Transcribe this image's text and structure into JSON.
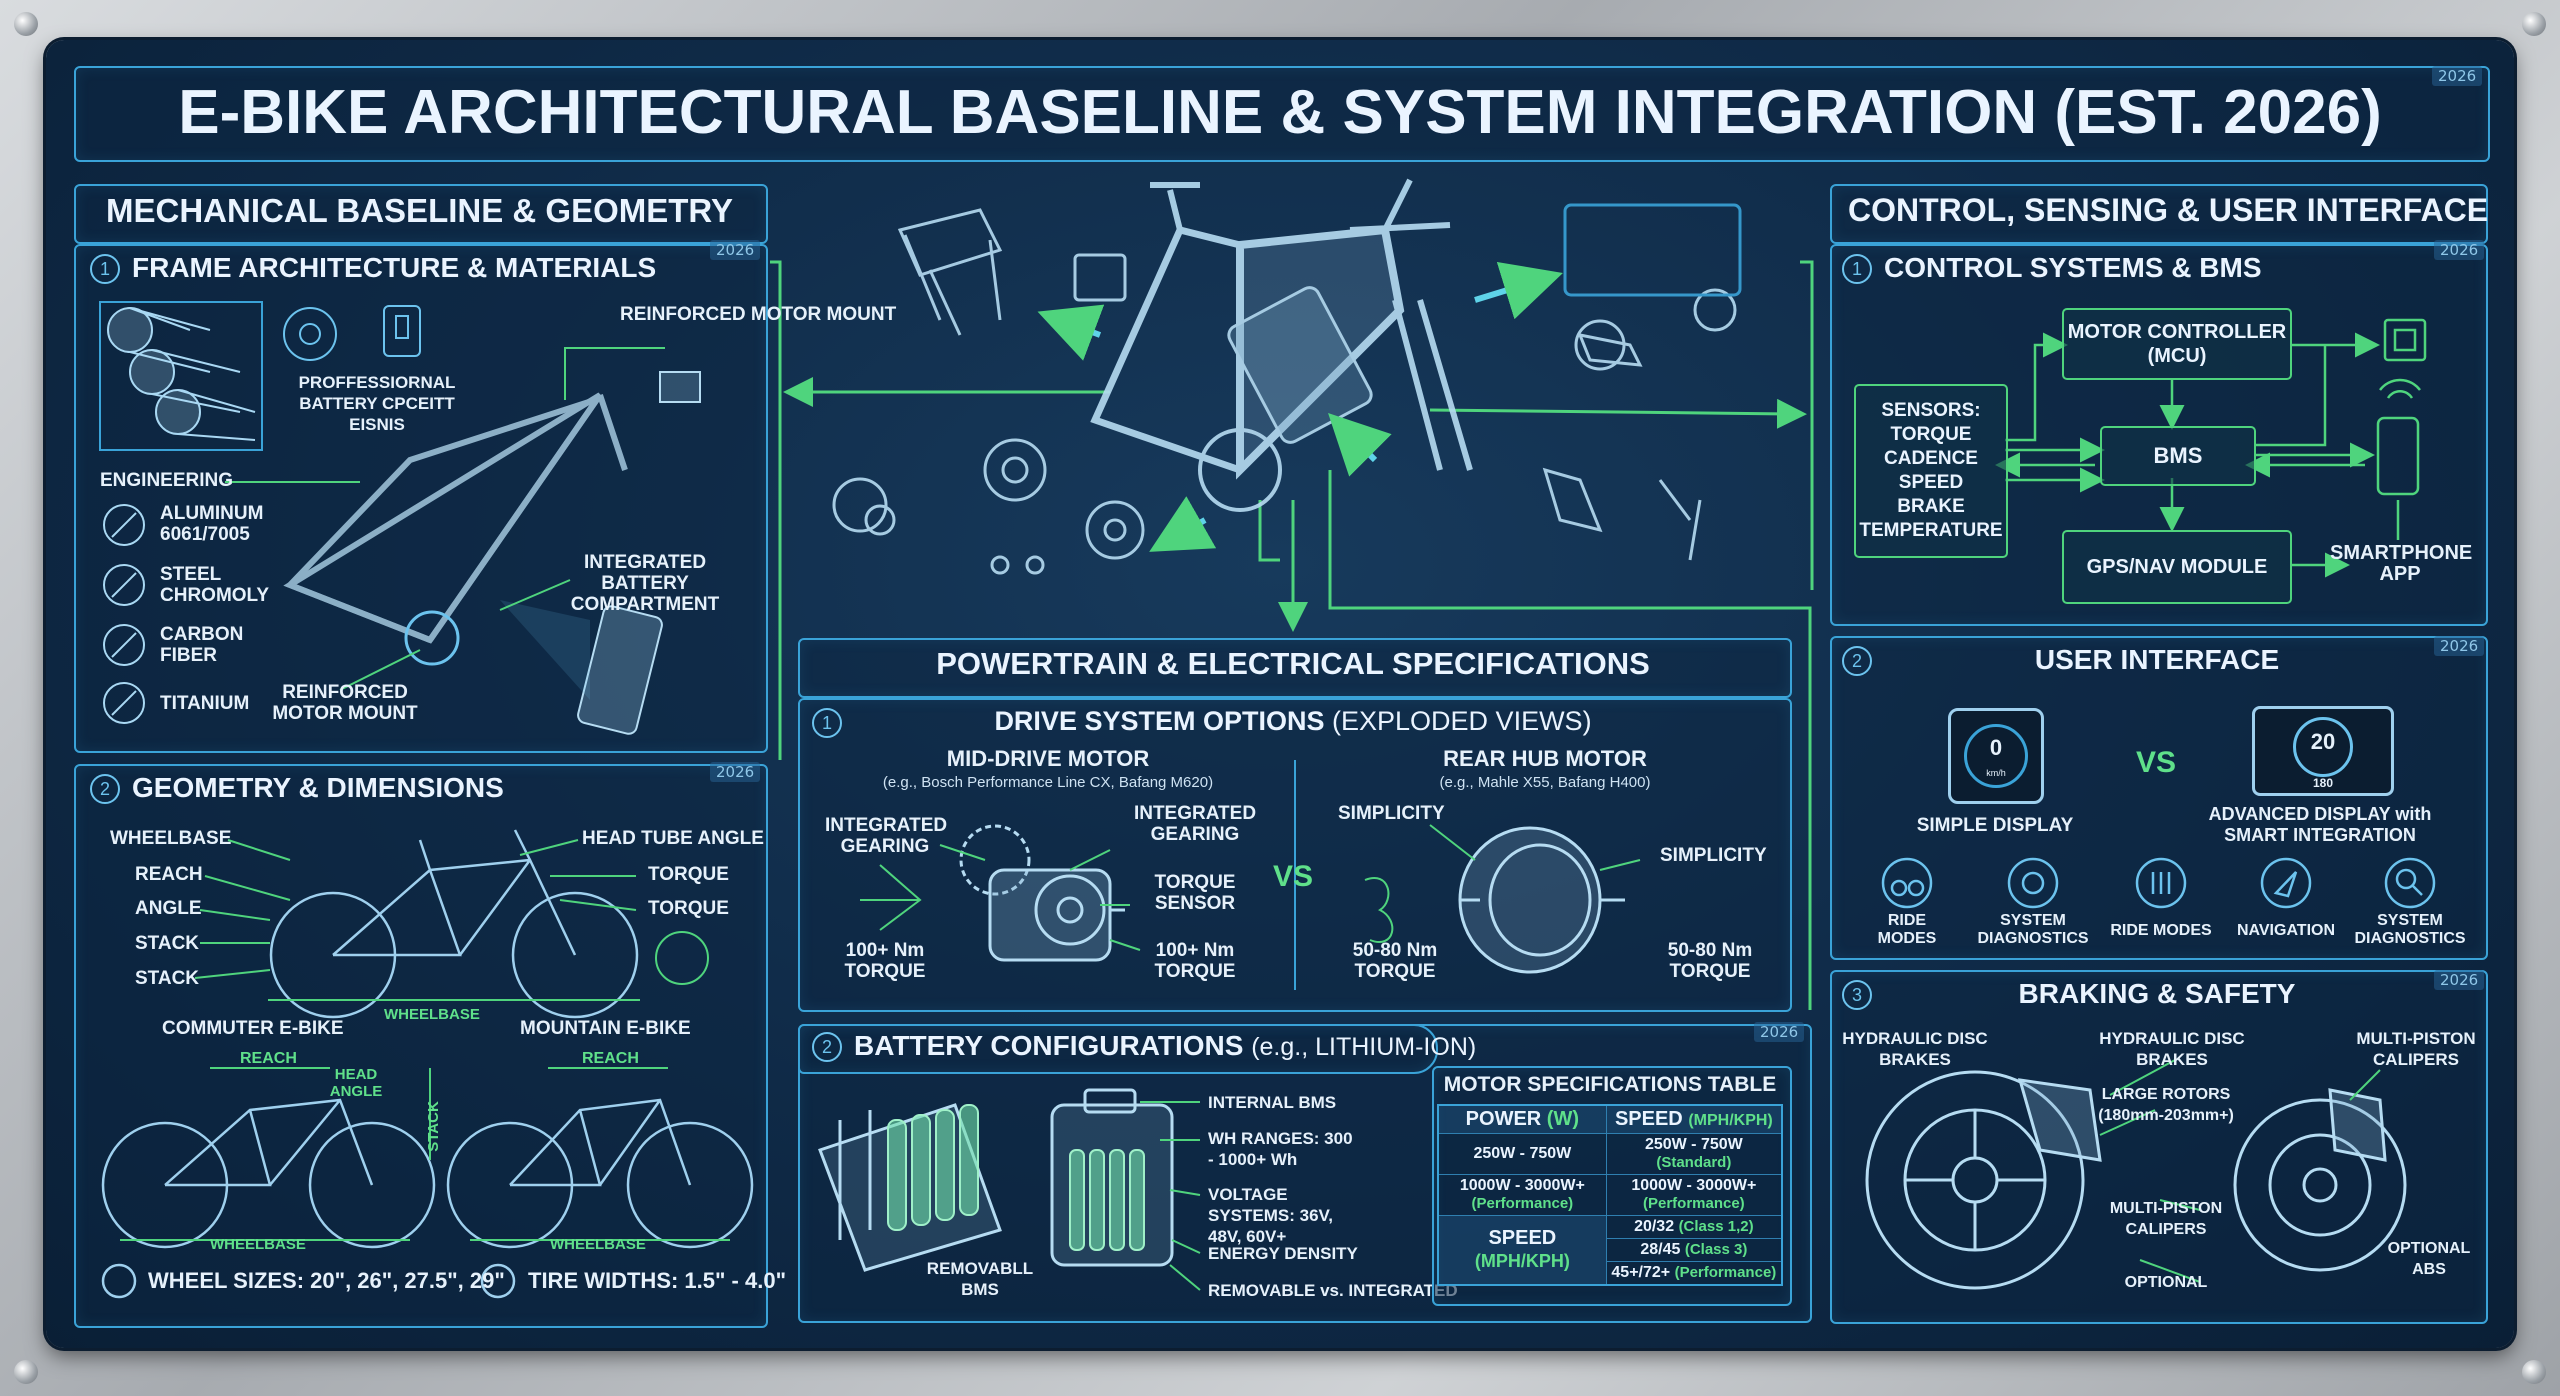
{
  "title": "E-BIKE ARCHITECTURAL BASELINE & SYSTEM INTEGRATION (EST. 2026)",
  "year_badge": "2026",
  "mechanical": {
    "title": "MECHANICAL BASELINE & GEOMETRY",
    "frame": {
      "num": "1",
      "title": "FRAME ARCHITECTURE & MATERIALS",
      "professional": "PROFFESSIORNAL BATTERY CPCEITT EISNIS",
      "reinforced_top": "REINFORCED MOTOR MOUNT",
      "engineering": "ENGINEERING",
      "materials": [
        "ALUMINUM 6061/7005",
        "STEEL CHROMOLY",
        "CARBON FIBER",
        "TITANIUM"
      ],
      "integrated_battery": "INTEGRATED BATTERY COMPARTMENT",
      "reinforced_bottom": "REINFORCED MOTOR MOUNT"
    },
    "geometry": {
      "num": "2",
      "title": "GEOMETRY & DIMENSIONS",
      "left_labels": [
        "WHEELBASE",
        "REACH",
        "ANGLE",
        "STACK",
        "STACK"
      ],
      "right_labels": [
        "HEAD TUBE ANGLE",
        "TORQUE",
        "TORQUE"
      ],
      "wheelbase": "WHEELBASE",
      "commuter": "COMMUTER E-BIKE",
      "mountain": "MOUNTAIN E-BIKE",
      "reach": "REACH",
      "head_angle": "HEAD ANGLE",
      "stack": "STACK",
      "wheel_sizes": "WHEEL SIZES: 20\", 26\", 27.5\", 29\"",
      "tire_widths": "TIRE WIDTHS: 1.5\" - 4.0\""
    }
  },
  "powertrain": {
    "title": "POWERTRAIN & ELECTRICAL SPECIFICATIONS",
    "drive": {
      "num": "1",
      "title": "DRIVE SYSTEM OPTIONS",
      "title_suffix": "(EXPLODED VIEWS)",
      "mid_title": "MID-DRIVE MOTOR",
      "mid_sub": "(e.g., Bosch Performance Line CX, Bafang M620)",
      "hub_title": "REAR HUB MOTOR",
      "hub_sub": "(e.g., Mahle X55, Bafang H400)",
      "vs": "VS",
      "mid_left_top": "INTEGRATED GEARING",
      "mid_left_bottom": "100+ Nm TORQUE",
      "mid_right_top": "INTEGRATED GEARING",
      "mid_right_mid": "TORQUE SENSOR",
      "mid_right_bottom": "100+ Nm TORQUE",
      "hub_left_top": "SIMPLICITY",
      "hub_left_bottom": "50-80 Nm TORQUE",
      "hub_right_top": "SIMPLICITY",
      "hub_right_bottom": "50-80 Nm TORQUE"
    },
    "battery": {
      "num": "2",
      "title": "BATTERY CONFIGURATIONS",
      "title_suffix": "(e.g., LITHIUM-ION)",
      "removable": "REMOVABLL BMS",
      "labels": [
        "INTERNAL BMS",
        "WH RANGES: 300 - 1000+ Wh",
        "VOLTAGE SYSTEMS: 36V, 48V, 60V+",
        "ENERGY DENSITY",
        "REMOVABLE vs. INTEGRATED"
      ]
    },
    "motor_table": {
      "title": "MOTOR SPECIFICATIONS TABLE",
      "col1": "POWER",
      "col1_unit": "(W)",
      "col2": "SPEED",
      "col2_unit": "(MPH/KPH)",
      "rows": [
        [
          "250W - 750W",
          "250W - 750W",
          "(Standard)"
        ],
        [
          "1000W - 3000W+",
          "1000W - 3000W+",
          ""
        ]
      ],
      "perf": "(Performance)",
      "speed_label": "SPEED",
      "speed_unit": "(MPH/KPH)",
      "speed_rows": [
        [
          "20/32",
          "(Class 1,2)"
        ],
        [
          "28/45",
          "(Class 3)"
        ],
        [
          "45+/72+",
          "(Performance)"
        ]
      ]
    }
  },
  "control": {
    "title": "CONTROL, SENSING & USER INTERFACE",
    "systems": {
      "num": "1",
      "title": "CONTROL SYSTEMS & BMS",
      "motor_controller": "MOTOR CONTROLLER (MCU)",
      "sensors": [
        "SENSORS:",
        "TORQUE",
        "CADENCE",
        "SPEED",
        "BRAKE",
        "TEMPERATURE"
      ],
      "bms": "BMS",
      "gps": "GPS/NAV MODULE",
      "smartphone": "SMARTPHONE APP"
    },
    "ui": {
      "num": "2",
      "title": "USER INTERFACE",
      "simple_value": "0",
      "simple_unit": "km/h",
      "simple_label": "SIMPLE DISPLAY",
      "vs": "VS",
      "adv_value": "20",
      "adv_value2": "180",
      "adv_label": "ADVANCED DISPLAY with SMART INTEGRATION",
      "icons": [
        "RIDE MODES",
        "SYSTEM DIAGNOSTICS",
        "RIDE MODES",
        "NAVIGATION",
        "SYSTEM DIAGNOSTICS"
      ]
    },
    "braking": {
      "num": "3",
      "title": "BRAKING & SAFETY",
      "labels": [
        "HYDRAULIC DISC BRAKES",
        "HYDRAULIC DISC BRAKES",
        "MULTI-PISTON CALIPERS",
        "LARGE ROTORS (180mm-203mm+)",
        "MULTI-PISTON CALIPERS",
        "OPTIONAL",
        "OPTIONAL ABS"
      ]
    }
  },
  "colors": {
    "accent": "#3aa3d8",
    "green": "#4fd47d",
    "board": "#0f2a47",
    "text": "#eaf4ff"
  }
}
